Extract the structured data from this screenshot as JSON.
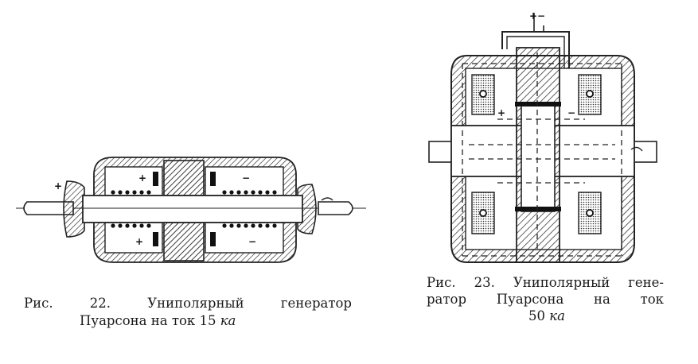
{
  "figure22": {
    "caption_line1": "Рис.   22.   Униполярный   генератор",
    "caption_line2_text": "Пуарсона на ток 15 ",
    "caption_line2_unit": "ка",
    "signs": [
      "+",
      "+",
      "+",
      "−",
      "−"
    ]
  },
  "figure23": {
    "caption_line1": "Рис. 23. Униполярный гене-",
    "caption_line2": "ратор   Пуарсона   на   ток",
    "caption_line3_text": "50 ",
    "caption_line3_unit": "ка",
    "signs": [
      "+",
      "−",
      "+",
      "−"
    ]
  }
}
